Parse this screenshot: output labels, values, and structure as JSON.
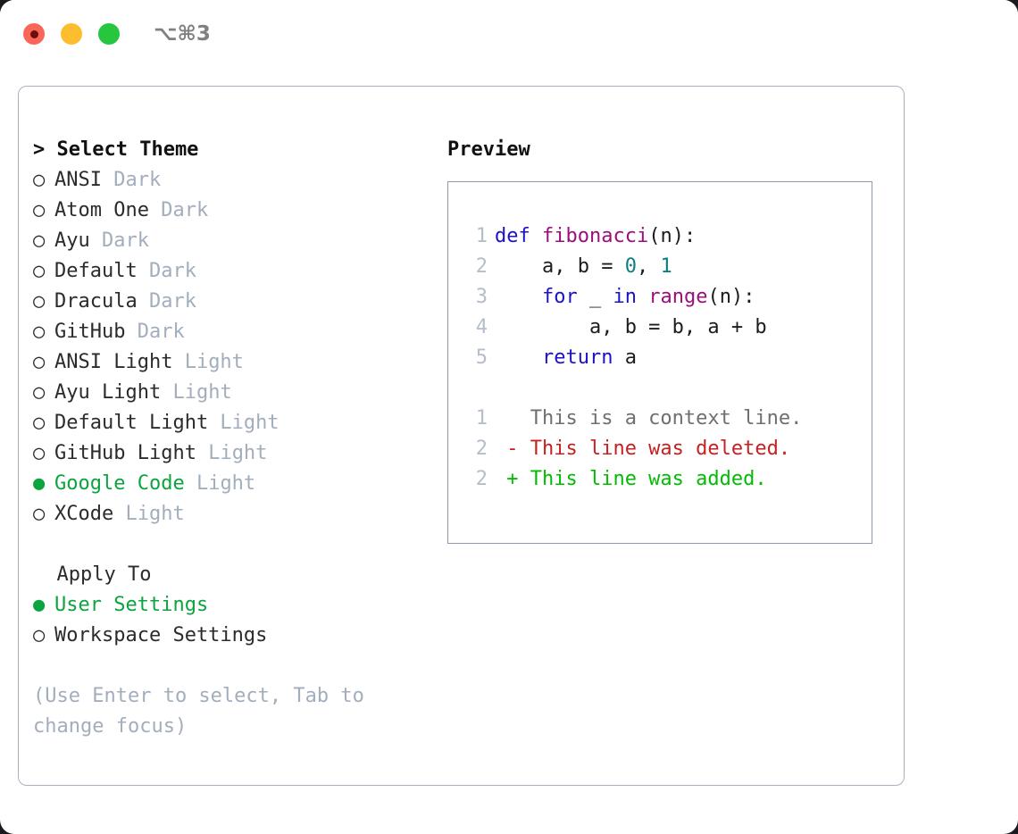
{
  "titlebar": {
    "shortcut": "⌥⌘3",
    "buttons": [
      {
        "name": "close",
        "color": "#fa6559"
      },
      {
        "name": "minimize",
        "color": "#fdbd2e"
      },
      {
        "name": "maximize",
        "color": "#26c63e"
      }
    ]
  },
  "theme_picker": {
    "header": "> Select Theme",
    "options": [
      {
        "marker": "○",
        "label": "ANSI",
        "category": "Dark",
        "selected": false
      },
      {
        "marker": "○",
        "label": "Atom One",
        "category": "Dark",
        "selected": false
      },
      {
        "marker": "○",
        "label": "Ayu",
        "category": "Dark",
        "selected": false
      },
      {
        "marker": "○",
        "label": "Default",
        "category": "Dark",
        "selected": false
      },
      {
        "marker": "○",
        "label": "Dracula",
        "category": "Dark",
        "selected": false
      },
      {
        "marker": "○",
        "label": "GitHub",
        "category": "Dark",
        "selected": false
      },
      {
        "marker": "○",
        "label": "ANSI Light",
        "category": "Light",
        "selected": false
      },
      {
        "marker": "○",
        "label": "Ayu Light",
        "category": "Light",
        "selected": false
      },
      {
        "marker": "○",
        "label": "Default Light",
        "category": "Light",
        "selected": false
      },
      {
        "marker": "○",
        "label": "GitHub Light",
        "category": "Light",
        "selected": false
      },
      {
        "marker": "●",
        "label": "Google Code",
        "category": "Light",
        "selected": true
      },
      {
        "marker": "○",
        "label": "XCode",
        "category": "Light",
        "selected": false
      }
    ]
  },
  "apply_to": {
    "header": "Apply To",
    "options": [
      {
        "marker": "●",
        "label": "User Settings",
        "selected": true
      },
      {
        "marker": "○",
        "label": "Workspace Settings",
        "selected": false
      }
    ]
  },
  "hint": "(Use Enter to select, Tab to change focus)",
  "preview": {
    "title": "Preview",
    "code_lines": [
      {
        "lineno": "1",
        "tokens": [
          {
            "text": "def ",
            "type": "kw"
          },
          {
            "text": "fibonacci",
            "type": "fn"
          },
          {
            "text": "(n):",
            "type": "plain"
          }
        ]
      },
      {
        "lineno": "2",
        "tokens": [
          {
            "text": "    a, b = ",
            "type": "plain"
          },
          {
            "text": "0",
            "type": "num"
          },
          {
            "text": ", ",
            "type": "plain"
          },
          {
            "text": "1",
            "type": "num"
          }
        ]
      },
      {
        "lineno": "3",
        "tokens": [
          {
            "text": "    for",
            "type": "kw"
          },
          {
            "text": " _ ",
            "type": "plain"
          },
          {
            "text": "in",
            "type": "kw"
          },
          {
            "text": " ",
            "type": "plain"
          },
          {
            "text": "range",
            "type": "fn"
          },
          {
            "text": "(n):",
            "type": "plain"
          }
        ]
      },
      {
        "lineno": "4",
        "tokens": [
          {
            "text": "        a, b = b, a + b",
            "type": "plain"
          }
        ]
      },
      {
        "lineno": "5",
        "tokens": [
          {
            "text": "    return",
            "type": "kw"
          },
          {
            "text": " a",
            "type": "plain"
          }
        ]
      }
    ],
    "diff_lines": [
      {
        "lineno": "1",
        "text": "   This is a context line.",
        "type": "ctx"
      },
      {
        "lineno": "2",
        "text": " - This line was deleted.",
        "type": "del"
      },
      {
        "lineno": "2",
        "text": " + This line was added.",
        "type": "add"
      }
    ]
  },
  "colors": {
    "accent_green": "#0ba43f",
    "diff_add_green": "#03bb03",
    "diff_del_red": "#c62020",
    "muted_gray": "#a3aebd",
    "keyword_blue": "#1a13c8",
    "function_purple": "#9b0f7a",
    "number_teal": "#0a7f7f",
    "panel_border": "#a8b2bf"
  }
}
